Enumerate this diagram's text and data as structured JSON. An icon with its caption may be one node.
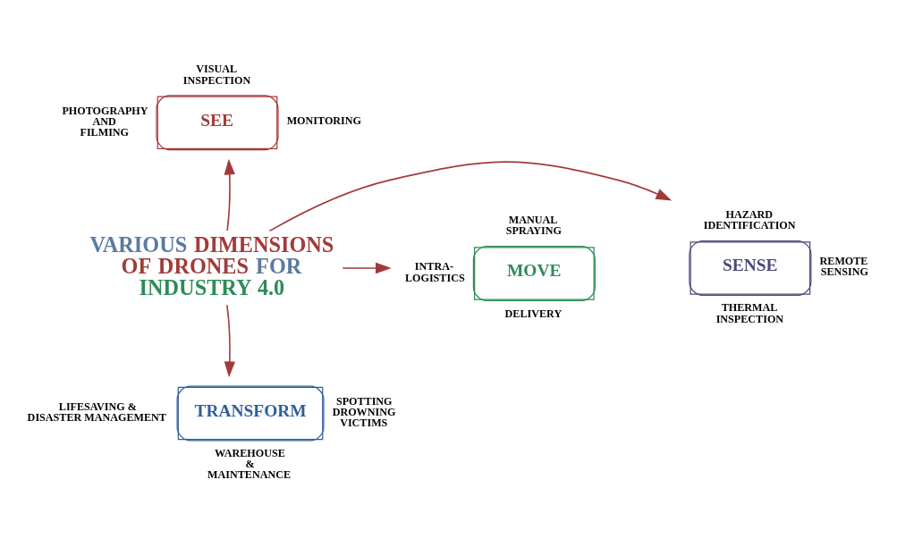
{
  "diagram": {
    "nodes": [
      {
        "text": [
          "VARIOUS DIMENSIONS OF DRONES FOR INDUSTRY 4.0"
        ]
      },
      {
        "text": [
          "SEE"
        ],
        "beside": [
          "VISUAL INSPECTION",
          "PHOTOGRAPHY AND FILMING",
          "MONITORING"
        ]
      },
      {
        "text": [
          "MOVE"
        ],
        "beside": [
          "MANUAL SPRAYING",
          "INTRA- LOGISTICS",
          "DELIVERY"
        ]
      },
      {
        "text": [
          "SENSE"
        ],
        "beside": [
          "HAZARD IDENTIFICATION",
          "REMOTE SENSING",
          "THERMAL INSPECTION"
        ]
      },
      {
        "text": [
          "TRANSFORM"
        ],
        "beside": [
          "LIFESAVING & DISASTER MANAGEMENT",
          "SPOTTING DROWNING VICTIMS",
          "WAREHOUSE & MAINTENANCE"
        ]
      }
    ],
    "edges": [
      {
        "from": 0,
        "to": 1,
        "arrow": "to"
      },
      {
        "from": 0,
        "to": 2,
        "arrow": "to"
      },
      {
        "from": 0,
        "to": 3,
        "arrow": "to"
      },
      {
        "from": 0,
        "to": 4,
        "arrow": "to"
      }
    ]
  }
}
